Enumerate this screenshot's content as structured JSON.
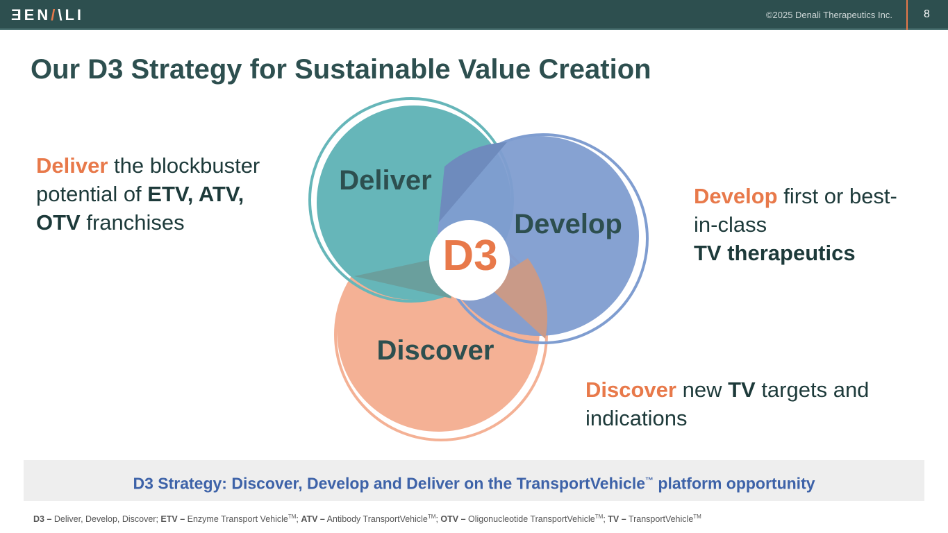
{
  "header": {
    "logo": "DENALI",
    "copyright": "©2025 Denali Therapeutics Inc.",
    "page_number": "8"
  },
  "title": "Our D3 Strategy for Sustainable Value Creation",
  "venn": {
    "deliver": "Deliver",
    "develop": "Develop",
    "discover": "Discover",
    "center": "D3",
    "colors": {
      "deliver": "#66b6b9",
      "develop": "#7f9dd0",
      "discover": "#f4b195",
      "center": "#e8794a",
      "label": "#2d4f4f"
    }
  },
  "deliver_text": {
    "k": "Deliver",
    "a": " the blockbuster potential of ",
    "b": "ETV, ATV,",
    "c": "OTV",
    "d": " franchises"
  },
  "develop_text": {
    "k": "Develop",
    "a": " first or best-in-class",
    "b": "TV therapeutics"
  },
  "discover_text": {
    "k": "Discover",
    "a": " new ",
    "b": "TV",
    "c": " targets and indications"
  },
  "banner": {
    "text": "D3 Strategy: Discover, Develop and Deliver on the TransportVehicle",
    "tm": "™",
    "tail": " platform opportunity"
  },
  "footnote": [
    {
      "k": "D3 –",
      "v": " Deliver, Develop, Discover; "
    },
    {
      "k": "ETV –",
      "v": " Enzyme Transport Vehicle",
      "tm": "TM",
      "s": "; "
    },
    {
      "k": "ATV –",
      "v": " Antibody TransportVehicle",
      "tm": "TM",
      "s": "; "
    },
    {
      "k": "OTV –",
      "v": " Oligonucleotide TransportVehicle",
      "tm": "TM",
      "s": "; "
    },
    {
      "k": "TV –",
      "v": " TransportVehicle",
      "tm": "TM",
      "s": ""
    }
  ]
}
